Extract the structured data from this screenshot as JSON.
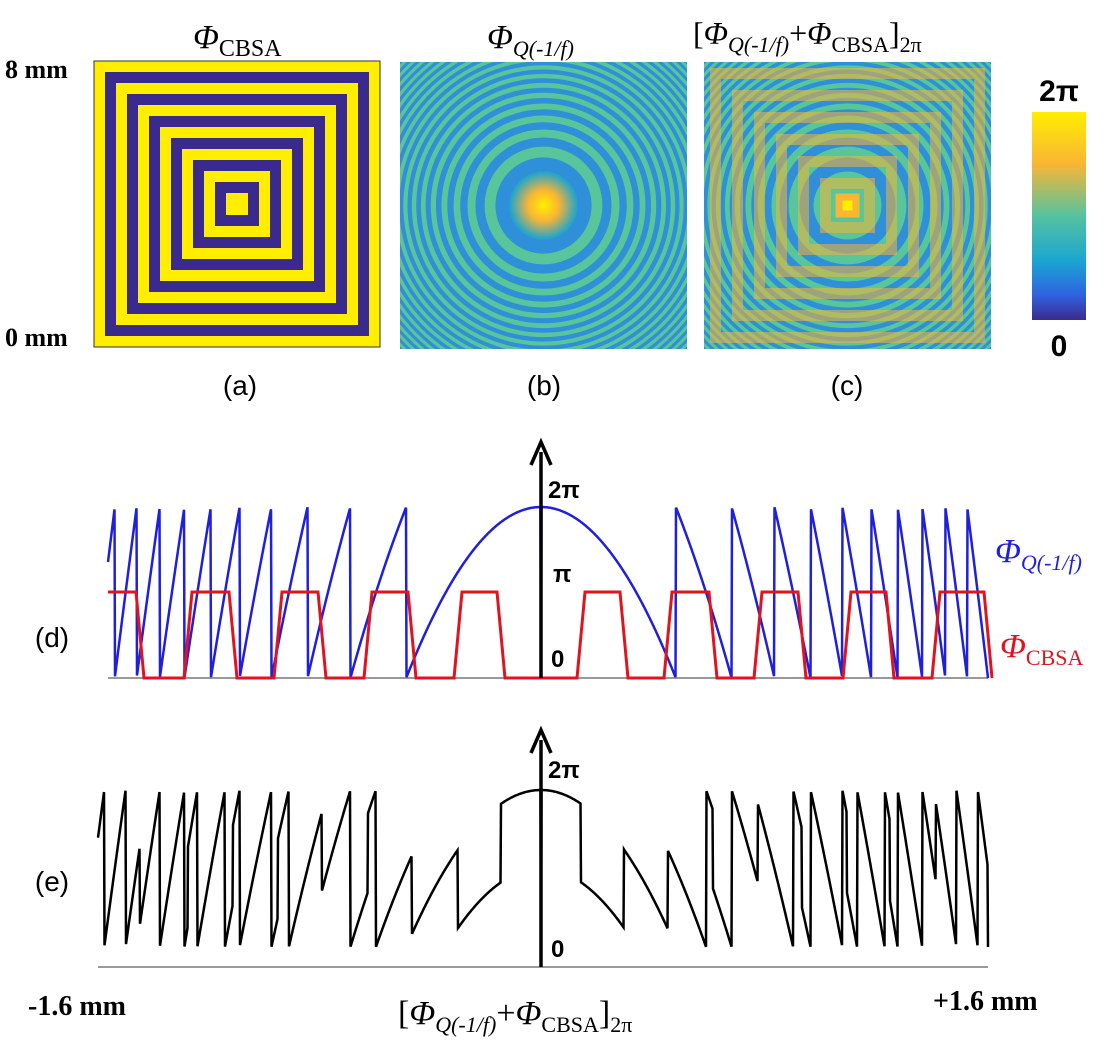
{
  "panels": {
    "a": {
      "title_symbol": "Φ",
      "title_subscript": "CBSA",
      "caption": "(a)",
      "y_top_label": "8 mm",
      "y_bottom_label": "0 mm"
    },
    "b": {
      "title_symbol": "Φ",
      "title_subscript": "Q(-1/f)",
      "caption": "(b)"
    },
    "c": {
      "title_open": "[",
      "title_symbol1": "Φ",
      "title_subscript1": "Q(-1/f)",
      "title_plus": "+",
      "title_symbol2": "Φ",
      "title_subscript2": "CBSA",
      "title_close": "]",
      "title_close_subscript": "2π",
      "caption": "(c)"
    }
  },
  "colorbar": {
    "max_label": "2π",
    "min_label": "0",
    "colors": [
      "#ffee00",
      "#f9b534",
      "#55c3a0",
      "#1aa4d2",
      "#2f62e0",
      "#3b2a8e"
    ]
  },
  "panel_d": {
    "caption": "(d)",
    "y_labels": [
      "2π",
      "π",
      "0"
    ],
    "legend_q_symbol": "Φ",
    "legend_q_subscript": "Q(-1/f)",
    "legend_cbsa_symbol": "Φ",
    "legend_cbsa_subscript": "CBSA",
    "colors": {
      "q": "#1f1fdc",
      "cbsa": "#e0141e"
    }
  },
  "panel_e": {
    "caption": "(e)",
    "y_labels": [
      "2π",
      "0"
    ],
    "x_left_label": "-1.6 mm",
    "x_right_label": "+1.6 mm",
    "bottom_open": "[",
    "bottom_symbol1": "Φ",
    "bottom_subscript1": "Q(-1/f)",
    "bottom_plus": "+",
    "bottom_symbol2": "Φ",
    "bottom_subscript2": "CBSA",
    "bottom_close": "]",
    "bottom_close_subscript": "2π"
  }
}
